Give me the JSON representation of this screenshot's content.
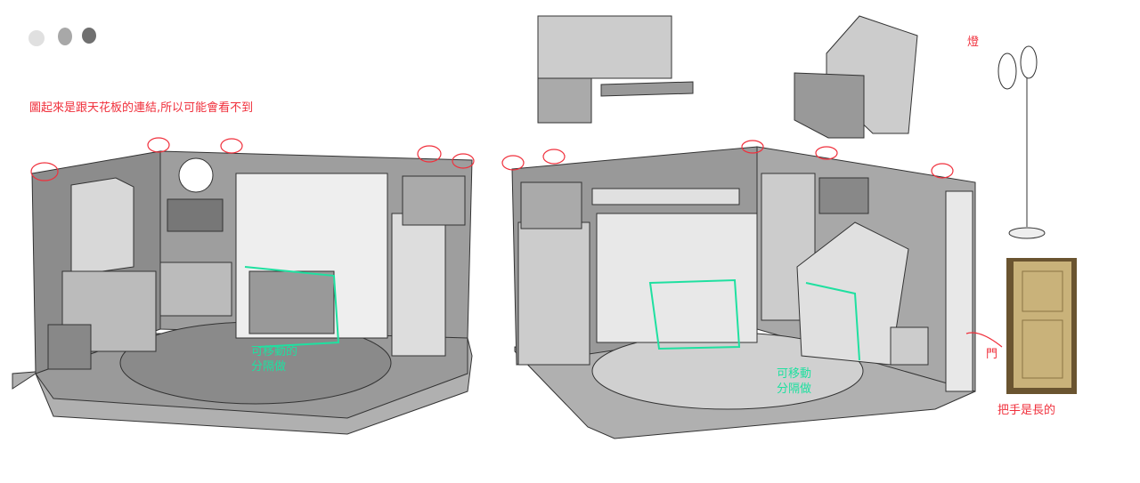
{
  "notes": {
    "ceiling_note": "圖起來是跟天花板的連結,所以可能會看不到",
    "lamp_label": "燈",
    "door_label": "門",
    "handle_note": "把手是長的",
    "divider_left_line1": "可移動的",
    "divider_left_line2": "分隔做",
    "divider_right_line1": "可移動",
    "divider_right_line2": "分隔做"
  },
  "colors": {
    "annotation_red": "#f0303c",
    "annotation_green": "#1fe0a0",
    "swatch_light": "#e0e0e0",
    "swatch_mid": "#a8a8a8",
    "swatch_dark": "#707070"
  }
}
